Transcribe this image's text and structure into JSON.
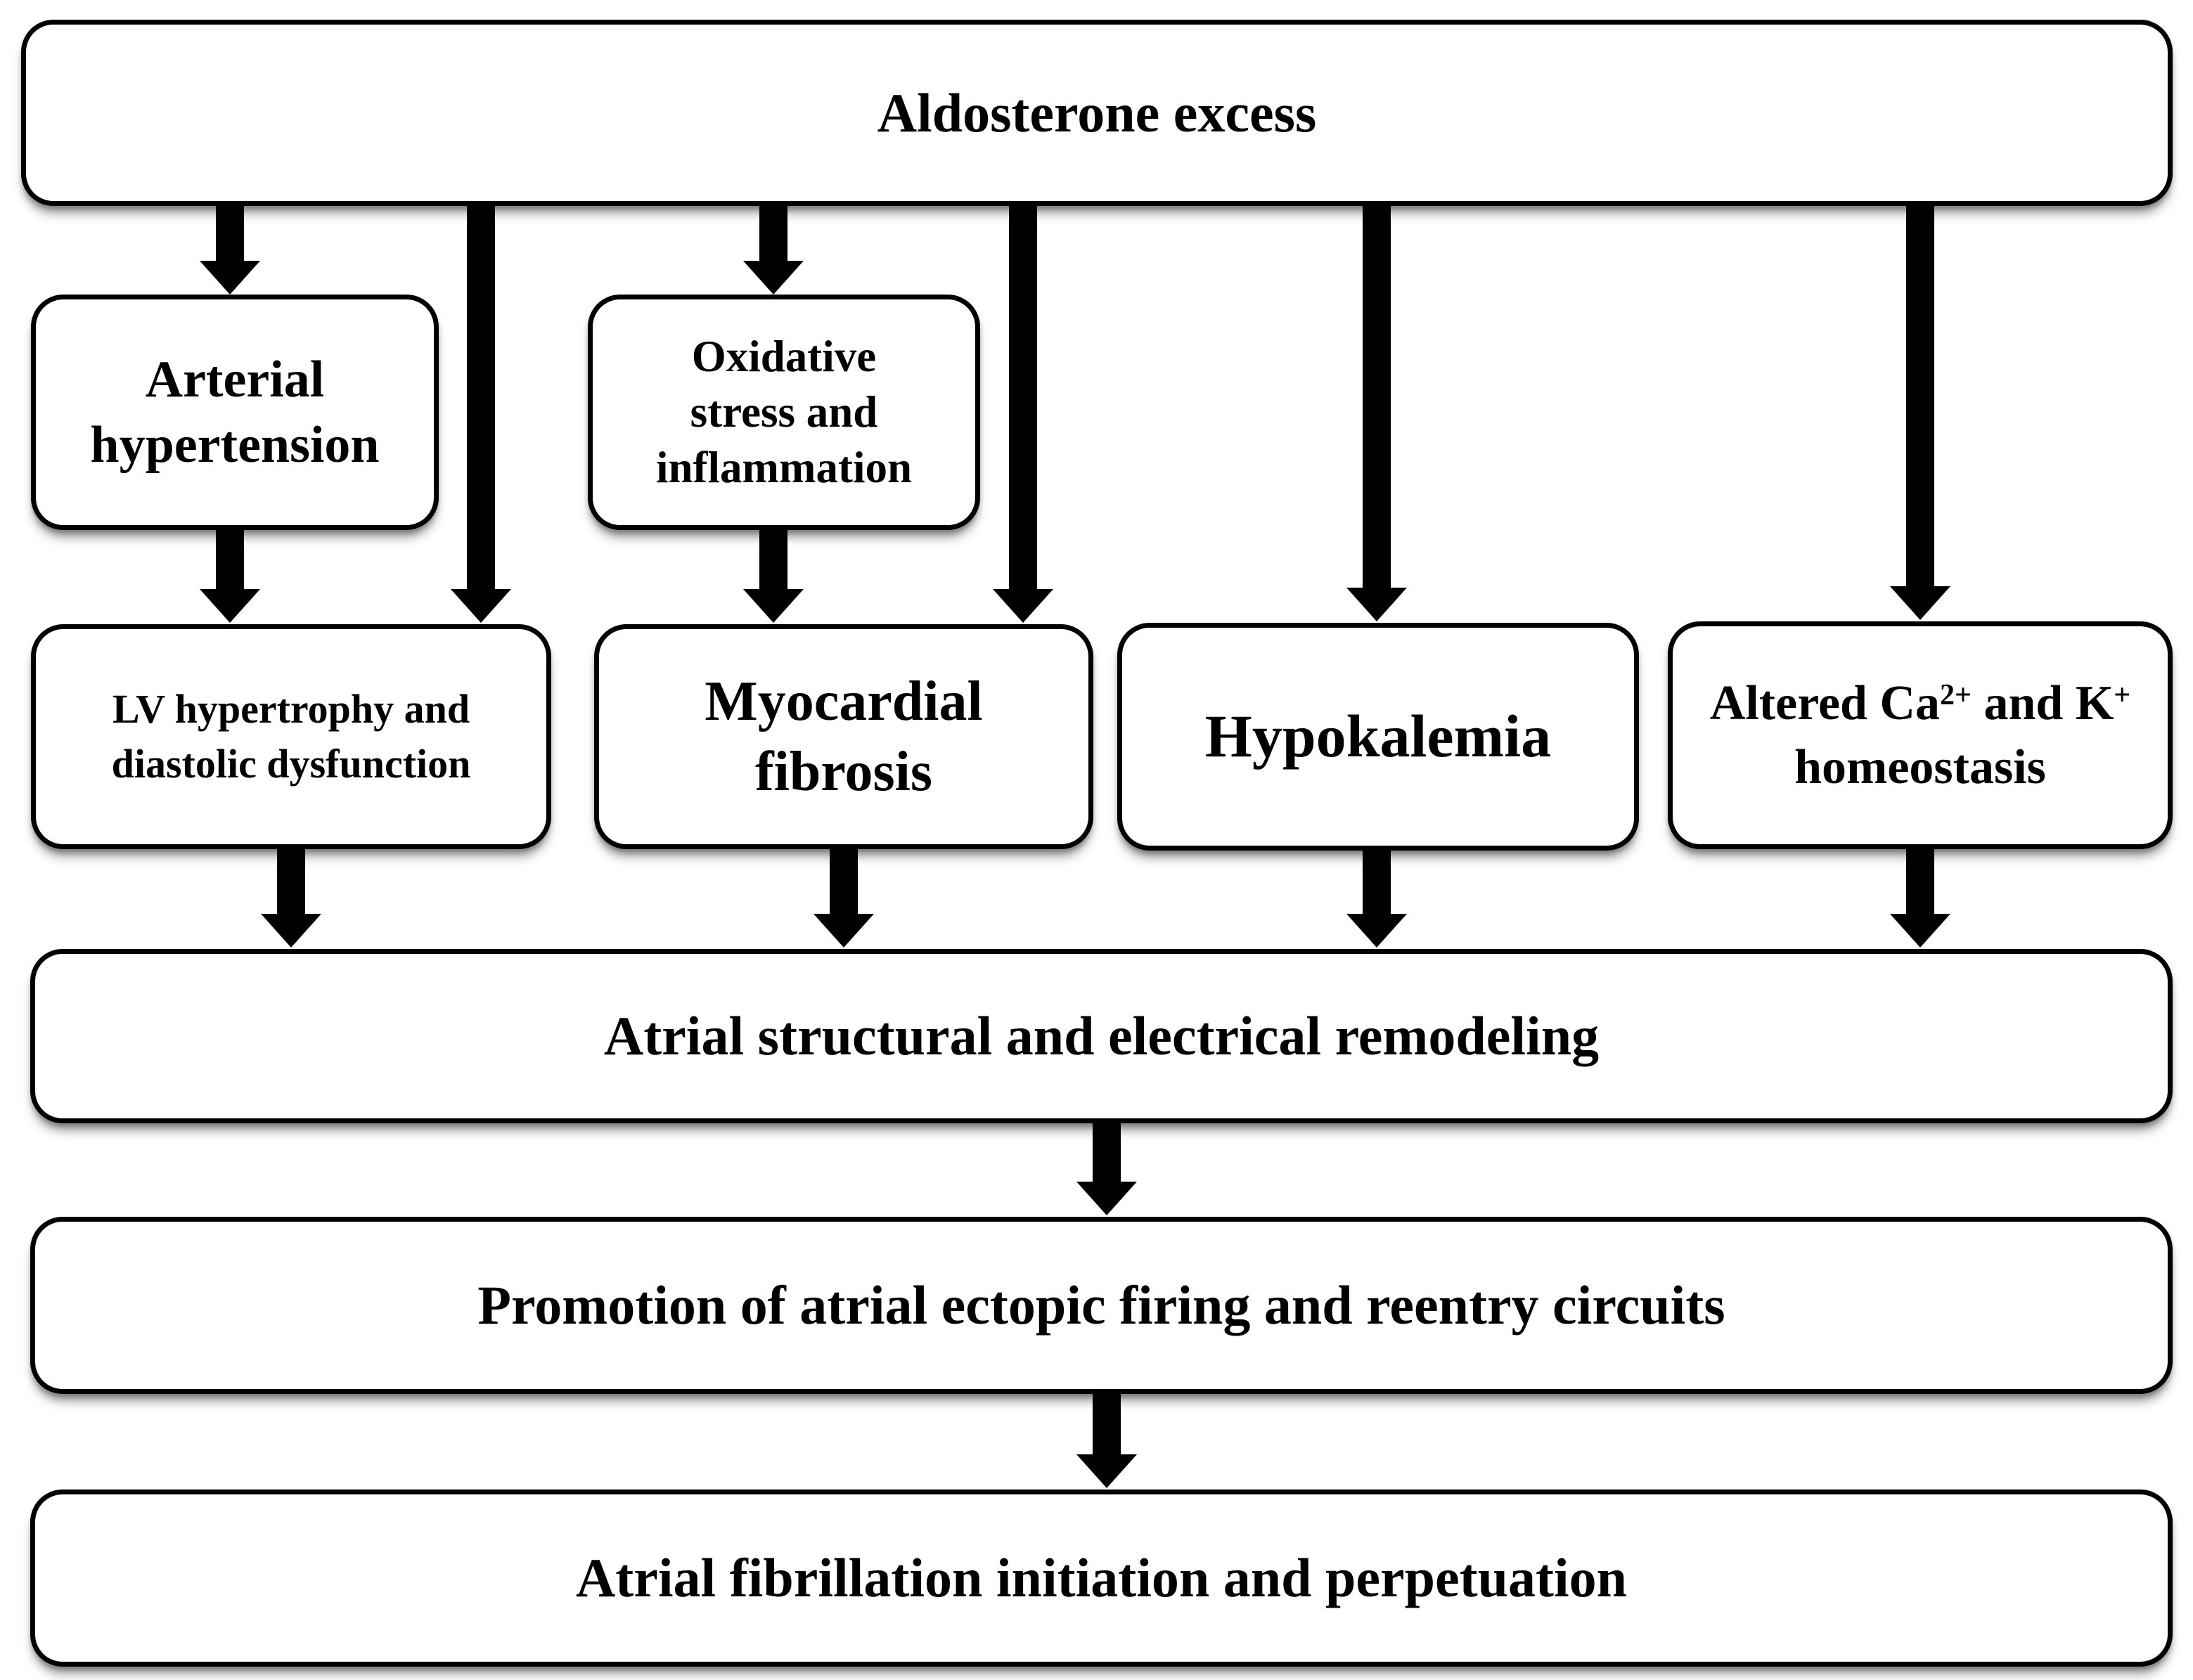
{
  "figure": {
    "colors": {
      "background": "#ffffff",
      "box_fill": "#ffffff",
      "line": "#000000",
      "text": "#000000"
    },
    "nodes": {
      "aldosterone_excess": {
        "label": "Aldosterone excess"
      },
      "arterial_hypertension": {
        "label": "Arterial hypertension"
      },
      "oxidative_stress": {
        "label": "Oxidative stress and inflammation"
      },
      "lv_hypertrophy": {
        "label": "LV hypertrophy and diastolic dysfunction"
      },
      "myocardial_fibrosis": {
        "label": "Myocardial fibrosis"
      },
      "hypokalemia": {
        "label": "Hypokalemia"
      },
      "altered_ca_k": {
        "parts": [
          "Altered Ca",
          "2+",
          " and K",
          "+",
          " homeostasis"
        ]
      },
      "atrial_remodeling": {
        "label": "Atrial structural and electrical remodeling"
      },
      "ectopic_firing": {
        "label": "Promotion of atrial ectopic firing and reentry circuits"
      },
      "atrial_fibrillation": {
        "label": "Atrial fibrillation initiation and perpetuation"
      }
    },
    "edges": [
      {
        "from": "aldosterone_excess",
        "to": "arterial_hypertension"
      },
      {
        "from": "aldosterone_excess",
        "to": "lv_hypertrophy"
      },
      {
        "from": "aldosterone_excess",
        "to": "oxidative_stress"
      },
      {
        "from": "aldosterone_excess",
        "to": "myocardial_fibrosis"
      },
      {
        "from": "aldosterone_excess",
        "to": "hypokalemia"
      },
      {
        "from": "aldosterone_excess",
        "to": "altered_ca_k"
      },
      {
        "from": "arterial_hypertension",
        "to": "lv_hypertrophy"
      },
      {
        "from": "oxidative_stress",
        "to": "myocardial_fibrosis"
      },
      {
        "from": "lv_hypertrophy",
        "to": "atrial_remodeling"
      },
      {
        "from": "myocardial_fibrosis",
        "to": "atrial_remodeling"
      },
      {
        "from": "hypokalemia",
        "to": "atrial_remodeling"
      },
      {
        "from": "altered_ca_k",
        "to": "atrial_remodeling"
      },
      {
        "from": "atrial_remodeling",
        "to": "ectopic_firing"
      },
      {
        "from": "ectopic_firing",
        "to": "atrial_fibrillation"
      }
    ]
  }
}
